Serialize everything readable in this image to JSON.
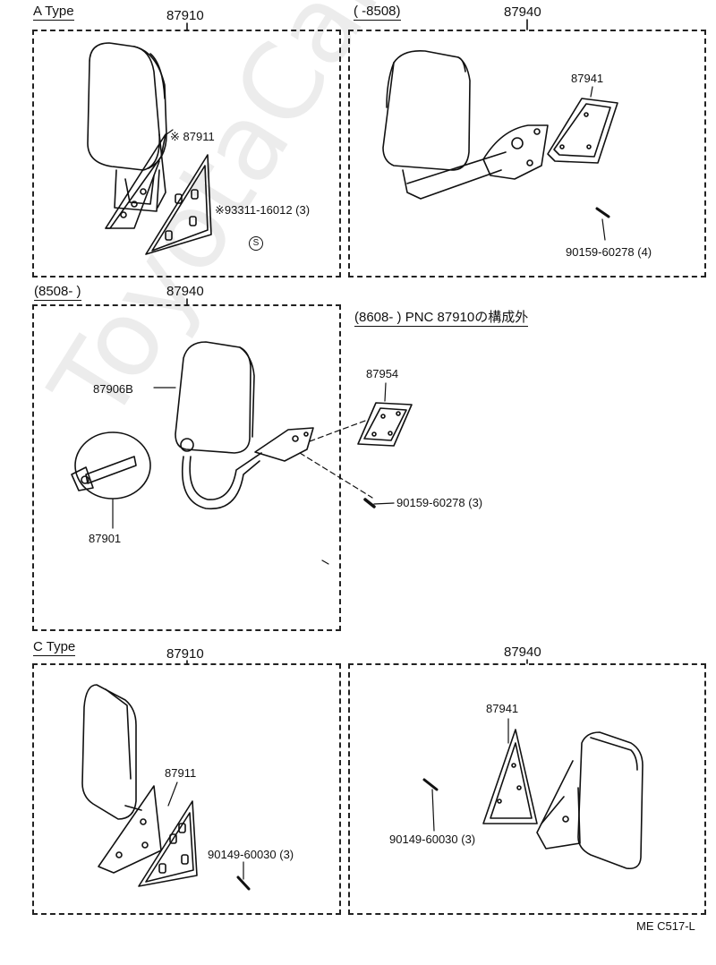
{
  "sections": {
    "a_type": {
      "heading": "A Type",
      "left_part": "87910",
      "right_range": "(      -8508)",
      "right_part": "87940",
      "callouts": {
        "p87911": "※ 87911",
        "p93311": "※93311-16012 (3)",
        "s_symbol": "S",
        "p87941": "87941",
        "p90159": "90159-60278 (4)"
      }
    },
    "middle": {
      "range": "(8508-       )",
      "part": "87940",
      "note": "(8608-       ) PNC 87910の構成外",
      "callouts": {
        "p87906b": "87906B",
        "p87901": "87901",
        "p87954": "87954",
        "p90159": "90159-60278 (3)"
      }
    },
    "c_type": {
      "heading": "C Type",
      "left_part": "87910",
      "right_part": "87940",
      "callouts": {
        "p87911": "87911",
        "p90149_left": "90149-60030 (3)",
        "p87941": "87941",
        "p90149_right": "90149-60030 (3)"
      }
    }
  },
  "footer_code": "ME C517-L",
  "watermark": "ToyotaCarMine.ru"
}
